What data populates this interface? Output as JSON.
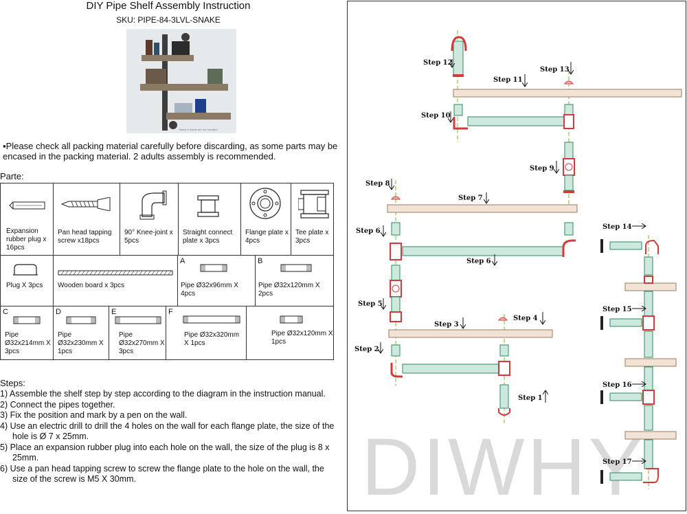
{
  "header": {
    "title": "DIY Pipe Shelf Assembly Instruction",
    "sku": "SKU: PIPE-84-3LVL-SNAKE"
  },
  "photo": {
    "caption": "*Items in frame are not included"
  },
  "note": "▪Please check all packing material carefully before discarding, as some parts may be encased in the packing material. 2 adults assembly is recommended.",
  "parts_label": "Parte:",
  "parts": {
    "row1": [
      {
        "name": "Expansion rubber plug x 16pcs",
        "icon": "expansion-plug-icon"
      },
      {
        "name": "Pan head tapping screw x18pcs",
        "icon": "screw-icon"
      },
      {
        "name": "90° Knee-joint x 5pcs",
        "icon": "knee-joint-icon"
      },
      {
        "name": "Straight connect plate x 3pcs",
        "icon": "straight-connect-icon"
      },
      {
        "name": "Flange plate x 4pcs",
        "icon": "flange-plate-icon"
      },
      {
        "name": "Tee plate x 3pcs",
        "icon": "tee-plate-icon"
      }
    ],
    "row2": [
      {
        "tag": "",
        "name": "Plug X 3pcs",
        "icon": "plug-icon"
      },
      {
        "tag": "",
        "name": "Wooden board x 3pcs",
        "icon": "wooden-board-icon"
      },
      {
        "tag": "A",
        "name": "Pipe Ø32x96mm X 4pcs",
        "icon": "pipe-icon"
      },
      {
        "tag": "B",
        "name": "Pipe Ø32x120mm X 2pcs",
        "icon": "pipe-icon"
      }
    ],
    "row3": [
      {
        "tag": "C",
        "name": "Pipe Ø32x214mm X 3pcs",
        "icon": "pipe-icon"
      },
      {
        "tag": "D",
        "name": "Pipe Ø32x230mm X 1pcs",
        "icon": "pipe-icon"
      },
      {
        "tag": "E",
        "name": "Pipe Ø32x270mm X 3pcs",
        "icon": "pipe-icon"
      },
      {
        "tag": "F",
        "name": "Pipe Ø32x320mm X 1pcs",
        "icon": "pipe-icon"
      },
      {
        "tag": "",
        "name": "Pipe Ø32x120mm X 1pcs",
        "icon": "pipe-icon"
      }
    ]
  },
  "steps_label": "Steps:",
  "steps": [
    "1)  Assemble the shelf step by step according to the diagram in the instruction manual.",
    "2)  Connect the pipes together.",
    "3)  Fix the position and mark by a pen on the wall.",
    "4)  Use an electric drill to drill the 4 holes on the wall for each flange plate, the size of the hole is Ø 7 x 25mm.",
    "5)  Place an expansion rubber plug into each hole on the wall, the size of the plug is 8 x 25mm.",
    "6)  Use a pan head tapping screw to screw the flange plate to the hole on the wall, the size of the screw is M5 X 30mm."
  ],
  "diagram": {
    "watermark": "DIWHY",
    "labels": {
      "s1": "Step 1",
      "s2": "Step 2",
      "s3": "Step 3",
      "s4": "Step 4",
      "s5": "Step 5",
      "s6a": "Step 6",
      "s6b": "Step 6",
      "s7": "Step 7",
      "s8": "Step 8",
      "s9": "Step 9",
      "s10": "Step 10",
      "s11": "Step 11",
      "s12": "Step 12",
      "s13": "Step 13",
      "s14": "Step 14",
      "s15": "Step 15",
      "s16": "Step 16",
      "s17": "Step 17"
    }
  },
  "colors": {
    "pipe_fill": "#cfe8dd",
    "pipe_line": "#2a8a60",
    "fitting": "#d43a3a",
    "board": "#f1e3d6",
    "centerline": "#7dbb2a"
  }
}
